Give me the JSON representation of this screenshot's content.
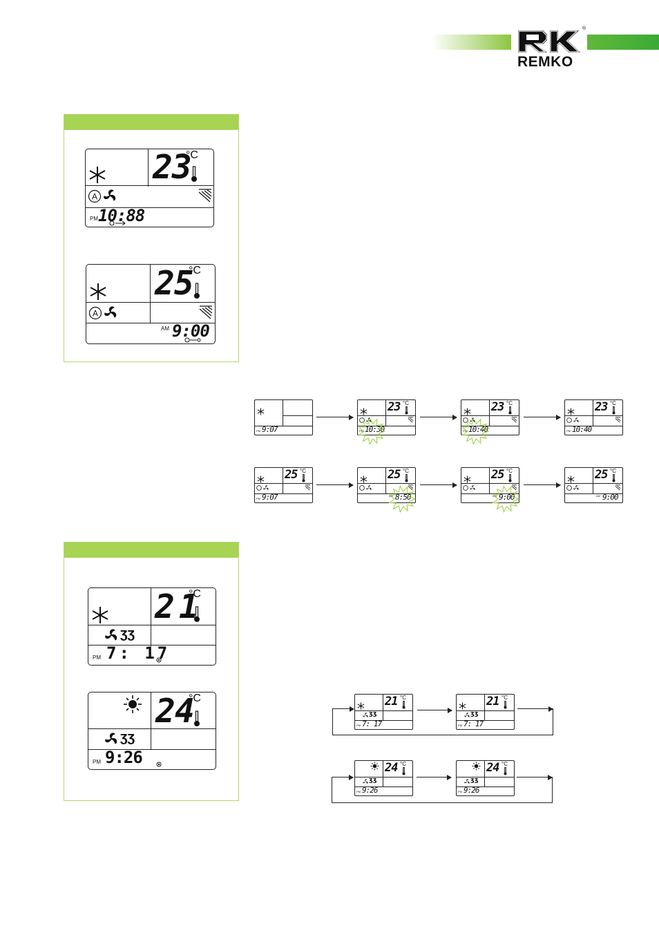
{
  "brand": {
    "name": "REMKO",
    "registered": "®",
    "accent_color": "#8cc63f",
    "panel_color": "#a7d453"
  },
  "panel1": {
    "display_a": {
      "temp": "23",
      "unit": "°C",
      "ampm": "PM",
      "time": "10:88"
    },
    "display_b": {
      "temp": "25",
      "unit": "°C",
      "ampm": "AM",
      "time": "9:00"
    }
  },
  "panel2": {
    "display_a": {
      "temp": "21",
      "unit": "°C",
      "ampm": "PM",
      "time": "7: 17"
    },
    "display_b": {
      "temp": "24",
      "unit": "°C",
      "ampm": "PM",
      "time": "9:26"
    }
  },
  "sequence_on": [
    {
      "temp": "",
      "unit": "",
      "ampm": "PM",
      "time": "9:07"
    },
    {
      "temp": "23",
      "unit": "°C",
      "ampm": "PM",
      "time": "10:30"
    },
    {
      "temp": "23",
      "unit": "°C",
      "ampm": "PM",
      "time": "10:40"
    },
    {
      "temp": "23",
      "unit": "°C",
      "ampm": "PM",
      "time": "10:40"
    }
  ],
  "sequence_off": [
    {
      "temp": "25",
      "unit": "°C",
      "ampm": "PM",
      "time": "9:07"
    },
    {
      "temp": "25",
      "unit": "°C",
      "ampm": "AM",
      "time": "8:50"
    },
    {
      "temp": "25",
      "unit": "°C",
      "ampm": "AM",
      "time": "9:00"
    },
    {
      "temp": "25",
      "unit": "°C",
      "ampm": "AM",
      "time": "9:00"
    }
  ],
  "sleep_cool": [
    {
      "temp": "21",
      "unit": "°C",
      "ampm": "PM",
      "time": "7: 17"
    },
    {
      "temp": "21",
      "unit": "°C",
      "ampm": "PM",
      "time": "7: 17"
    }
  ],
  "sleep_heat": [
    {
      "temp": "24",
      "unit": "°C",
      "ampm": "PM",
      "time": "9:26"
    },
    {
      "temp": "24",
      "unit": "°C",
      "ampm": "PM",
      "time": "9:26"
    }
  ],
  "icons": {
    "snowflake": "snowflake-icon",
    "sun": "sun-icon",
    "fan": "fan-icon",
    "auto": "auto-mode-icon",
    "thermometer": "thermometer-icon",
    "swing": "louver-swing-icon",
    "moon": "moon-icon",
    "timer": "timer-icon"
  }
}
